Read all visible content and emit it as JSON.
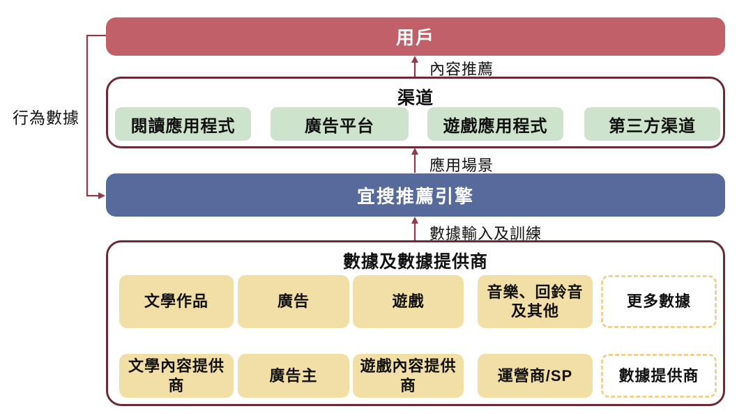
{
  "nodes": {
    "users": "用戶",
    "channels": {
      "title": "渠道",
      "items": [
        "閱讀應用程式",
        "廣告平台",
        "遊戲應用程式",
        "第三方渠道"
      ]
    },
    "engine": "宜搜推薦引擎",
    "data_section": {
      "title": "數據及數據提供商",
      "data_items": [
        "文學作品",
        "廣告",
        "遊戲",
        "音樂、回鈴音及其他",
        "更多數據"
      ],
      "provider_items": [
        "文學內容提供商",
        "廣告主",
        "遊戲內容提供商",
        "運營商/SP",
        "數據提供商"
      ]
    }
  },
  "edges": {
    "content_recommendation": "內容推薦",
    "application_scenario": "應用場景",
    "data_input_training": "數據輸入及訓練",
    "behavior_data": "行為數據"
  },
  "colors": {
    "users_bar": "#c2606a",
    "engine_bar": "#566a9c",
    "channel_box": "#cee3cb",
    "data_box": "#f2dfa5",
    "outline": "#6b2936",
    "arrow": "#93394e",
    "dashed_border": "#e9d494"
  }
}
